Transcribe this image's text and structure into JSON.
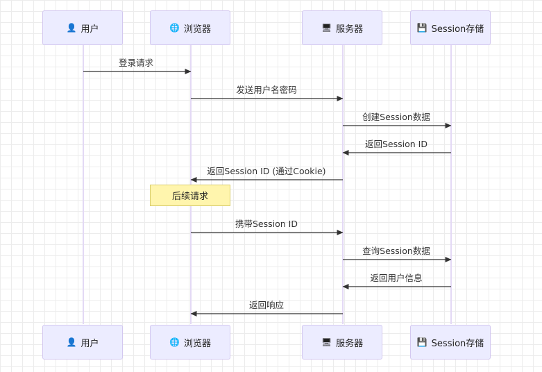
{
  "participants": [
    {
      "id": "user",
      "icon": "👤",
      "label": "用户",
      "icon_name": "user-icon"
    },
    {
      "id": "browser",
      "icon": "🌐",
      "label": "浏览器",
      "icon_name": "globe-icon"
    },
    {
      "id": "server",
      "icon": "🖥",
      "label": "服务器",
      "icon_name": "monitor-icon"
    },
    {
      "id": "store",
      "icon": "💾",
      "label": "Session存储",
      "icon_name": "floppy-disk-icon"
    }
  ],
  "messages": [
    {
      "from": "user",
      "to": "browser",
      "label": "登录请求"
    },
    {
      "from": "browser",
      "to": "server",
      "label": "发送用户名密码"
    },
    {
      "from": "server",
      "to": "store",
      "label": "创建Session数据"
    },
    {
      "from": "store",
      "to": "server",
      "label": "返回Session ID"
    },
    {
      "from": "server",
      "to": "browser",
      "label": "返回Session ID (通过Cookie)"
    },
    {
      "from": "browser",
      "to": "server",
      "label": "携带Session ID"
    },
    {
      "from": "server",
      "to": "store",
      "label": "查询Session数据"
    },
    {
      "from": "store",
      "to": "server",
      "label": "返回用户信息"
    },
    {
      "from": "server",
      "to": "browser",
      "label": "返回响应"
    }
  ],
  "note": {
    "over": "browser",
    "label": "后续请求"
  },
  "colors": {
    "actor_fill": "#ececff",
    "actor_border": "#d3c8f0",
    "lifeline": "#e3d9f5",
    "arrow": "#333333",
    "note_fill": "#fff5ad",
    "note_border": "#d8cc6a"
  }
}
